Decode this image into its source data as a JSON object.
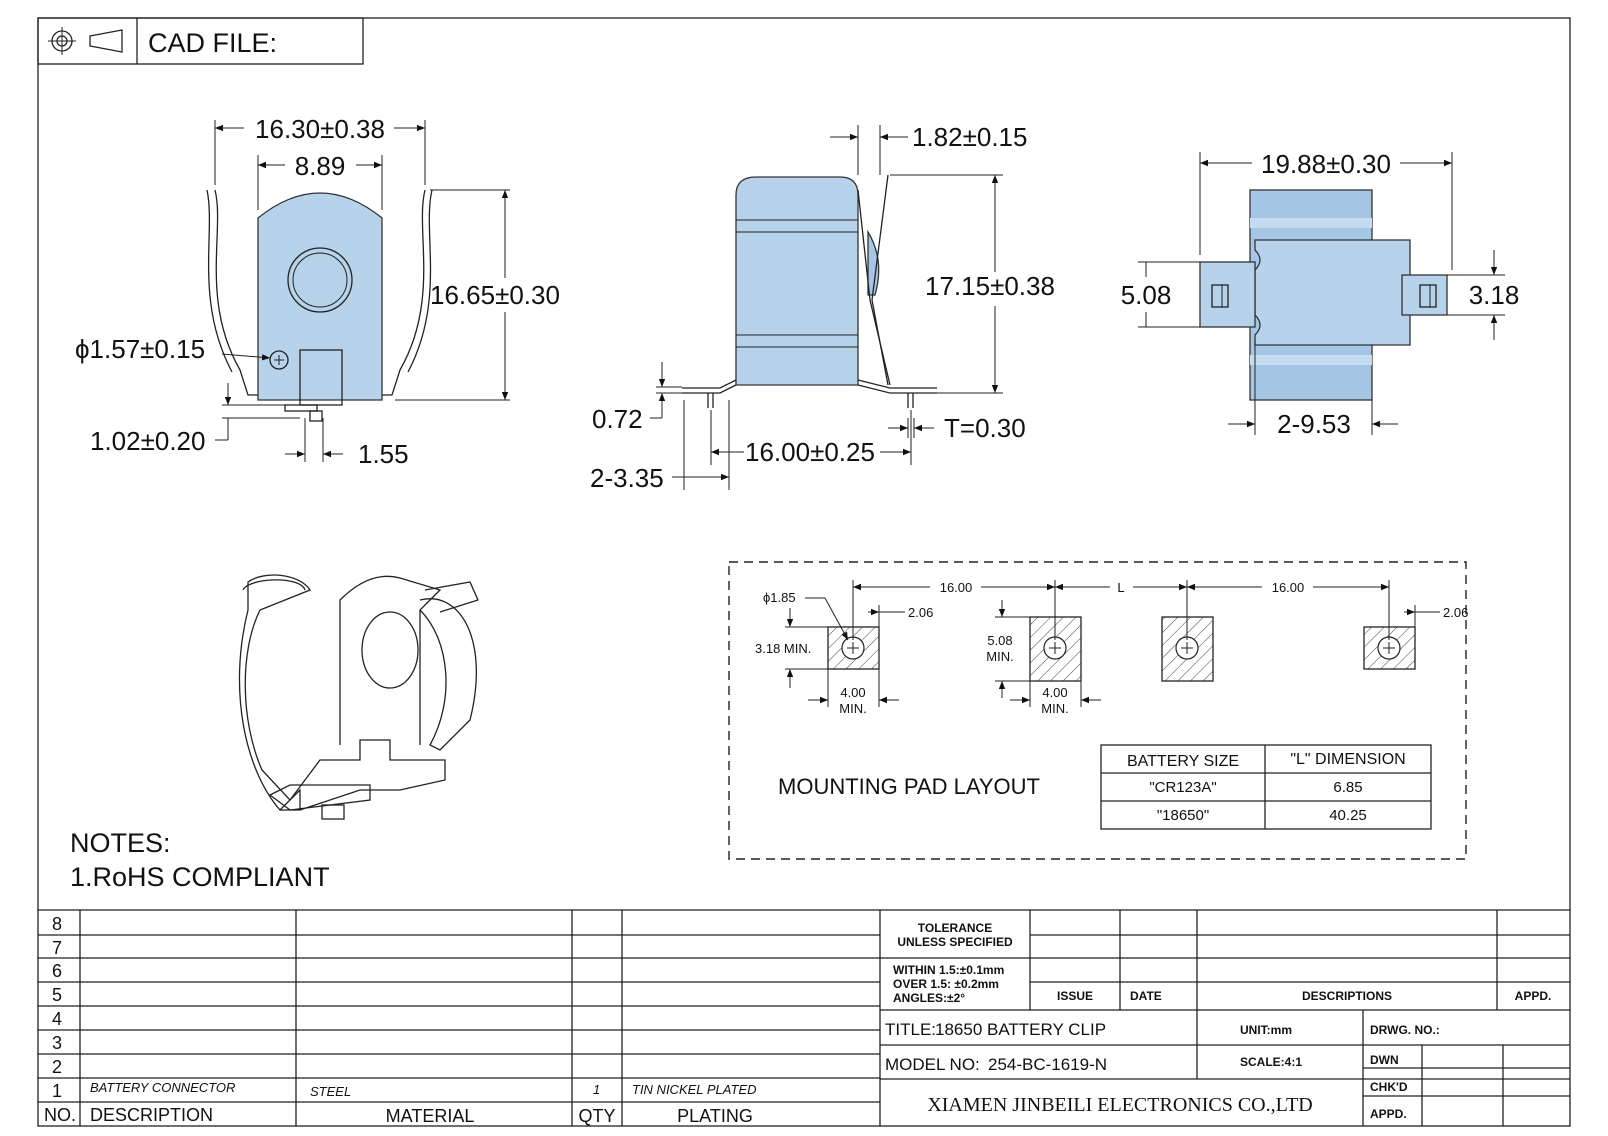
{
  "header": {
    "cad_file_label": "CAD FILE:",
    "projection_icon": "projection-symbol-icon"
  },
  "views": {
    "front": {
      "width_overall": "16.30±0.38",
      "pole_width": "8.89",
      "height": "16.65±0.30",
      "hole": "ϕ1.57±0.15",
      "bottom_offset": "1.02±0.20",
      "pin_width": "1.55"
    },
    "side": {
      "thickness_top": "1.82±0.15",
      "height": "17.15±0.38",
      "foot_height": "0.72",
      "pitch": "16.00±0.25",
      "tab": "2-3.35",
      "thickness": "T=0.30"
    },
    "bottom": {
      "width": "19.88±0.30",
      "slot_left": "5.08",
      "slot_right": "3.18",
      "base": "2-9.53"
    }
  },
  "pad_layout": {
    "title": "MOUNTING PAD LAYOUT",
    "hole": "ϕ1.85",
    "span_left": "16.00",
    "span_mid": "L",
    "span_right": "16.00",
    "edge_left": "2.06",
    "edge_right": "2.06",
    "min_h_left": "3.18 MIN.",
    "min_h_mid_1": "5.08",
    "min_h_mid_2": "MIN.",
    "min_w_1": "4.00",
    "min_w_2": "MIN.",
    "table": {
      "headers": [
        "BATTERY SIZE",
        "\"L\" DIMENSION"
      ],
      "rows": [
        [
          "\"CR123A\"",
          "6.85"
        ],
        [
          "\"18650\"",
          "40.25"
        ]
      ]
    }
  },
  "notes": {
    "title": "NOTES:",
    "items": [
      "1.RoHS COMPLIANT"
    ]
  },
  "bom": {
    "row_numbers": [
      "8",
      "7",
      "6",
      "5",
      "4",
      "3",
      "2",
      "1"
    ],
    "row1": {
      "description": "BATTERY CONNECTOR",
      "material": "STEEL",
      "qty": "1",
      "plating": "TIN NICKEL PLATED"
    },
    "headers": {
      "no": "NO.",
      "description": "DESCRIPTION",
      "material": "MATERIAL",
      "qty": "QTY",
      "plating": "PLATING"
    }
  },
  "title_block": {
    "tolerance_1": "TOLERANCE",
    "tolerance_2": "UNLESS SPECIFIED",
    "within": "WITHIN 1.5:±0.1mm",
    "over": "OVER 1.5: ±0.2mm",
    "angles": "ANGLES:±2°",
    "issue": "ISSUE",
    "date": "DATE",
    "descriptions": "DESCRIPTIONS",
    "appd": "APPD.",
    "title_label": "TITLE:",
    "title_value": "18650 BATTERY CLIP",
    "model_label": "MODEL NO:",
    "model_value": "254-BC-1619-N",
    "unit": "UNIT:mm",
    "scale": "SCALE:4:1",
    "drwg_no": "DRWG. NO.:",
    "dwn": "DWN",
    "chkd": "CHK'D",
    "appd2": "APPD.",
    "company": "XIAMEN JINBEILI ELECTRONICS CO.,LTD"
  },
  "colors": {
    "part_fill": "#b7d3ec",
    "line": "#222222"
  }
}
